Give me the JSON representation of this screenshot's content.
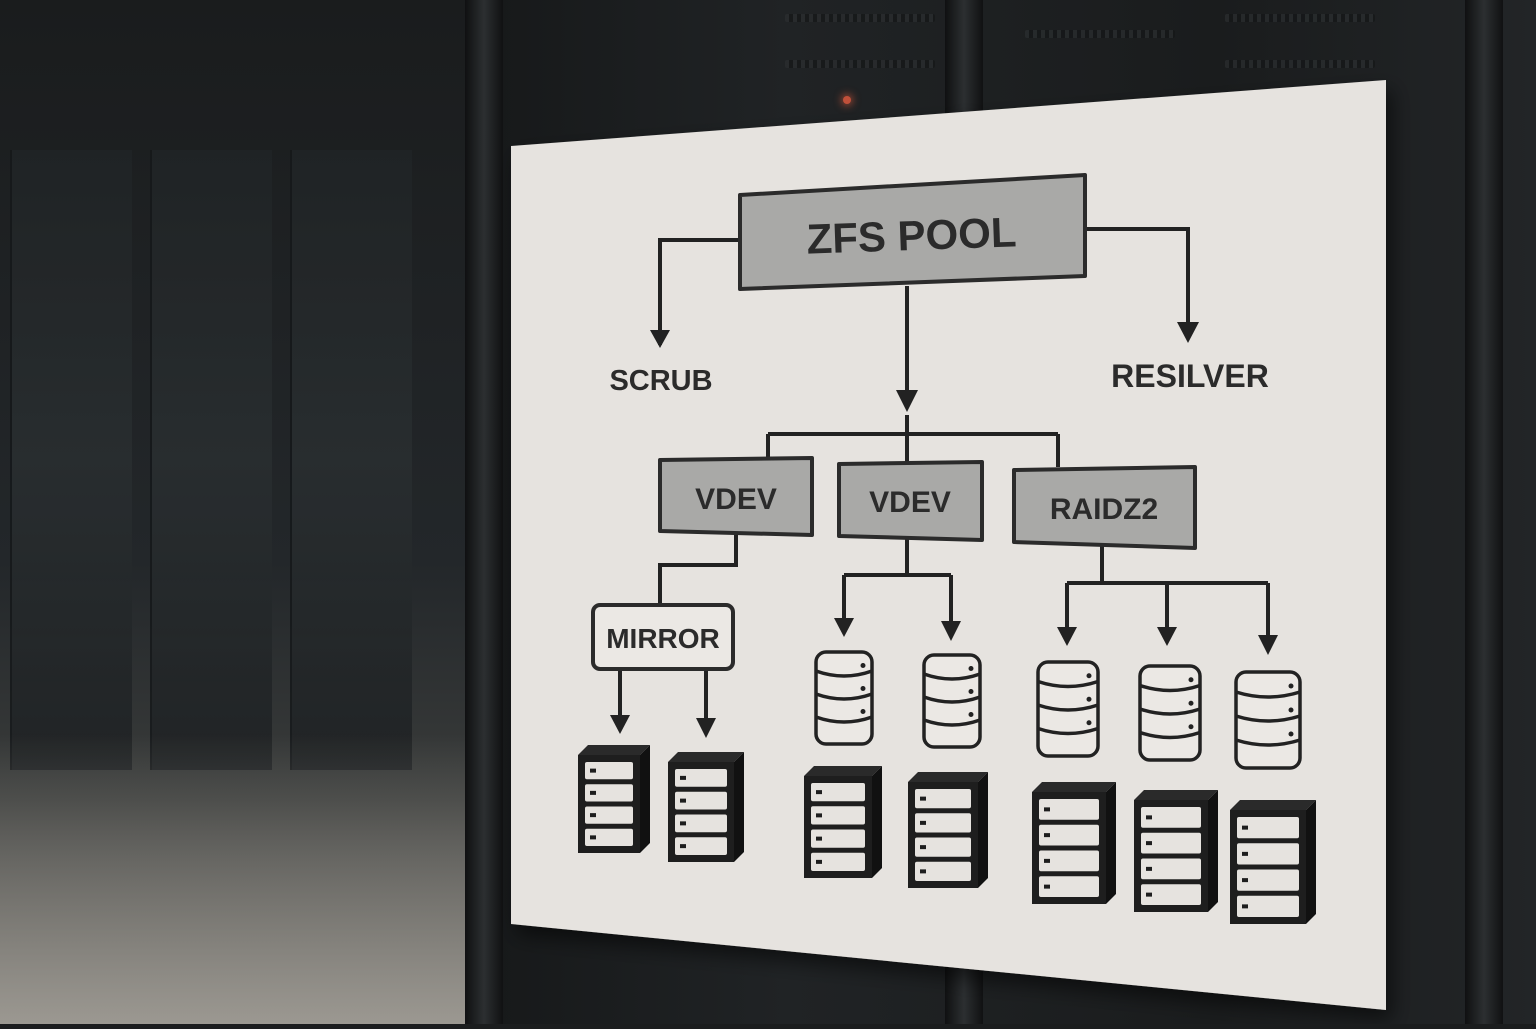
{
  "diagram": {
    "root": {
      "label": "ZFS POOL"
    },
    "operations": [
      {
        "label": "SCRUB"
      },
      {
        "label": "RESILVER"
      }
    ],
    "vdevs": [
      {
        "label": "VDEV",
        "child_label": "MIRROR"
      },
      {
        "label": "VDEV"
      },
      {
        "label": "RAIDZ2"
      }
    ]
  },
  "icons": {
    "disk": "database-cylinder-icon",
    "drive": "drive-bay-icon"
  },
  "colors": {
    "panel": "#e6e3df",
    "box_fill": "#a9a9a7",
    "mirror_fill": "#ebe8e4",
    "line": "#222222"
  }
}
